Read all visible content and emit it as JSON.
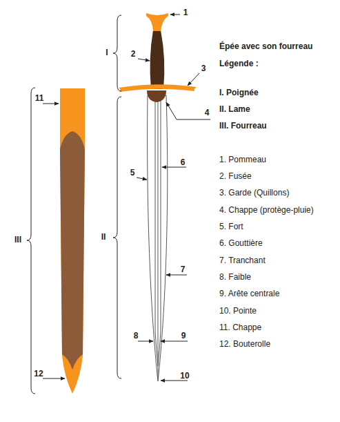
{
  "diagram": {
    "title": "Épée avec son fourreau",
    "labels": [
      "Légende :",
      "I. Poignée",
      "II. Lame",
      "III. Fourreau",
      "1. Pommeau",
      "2. Fusée",
      "3. Garde (Quillons)",
      "4. Chappe (protège-pluie)",
      "5. Fort",
      "6. Gouttière",
      "7. Tranchant",
      "8. Faible",
      "9. Arête centrale",
      "10. Pointe",
      "11. Chappe",
      "12. Bouterolle",
      "I",
      "II",
      "III",
      "1",
      "2",
      "3",
      "4",
      "5",
      "6",
      "7",
      "8",
      "9",
      "10",
      "11",
      "12"
    ]
  }
}
